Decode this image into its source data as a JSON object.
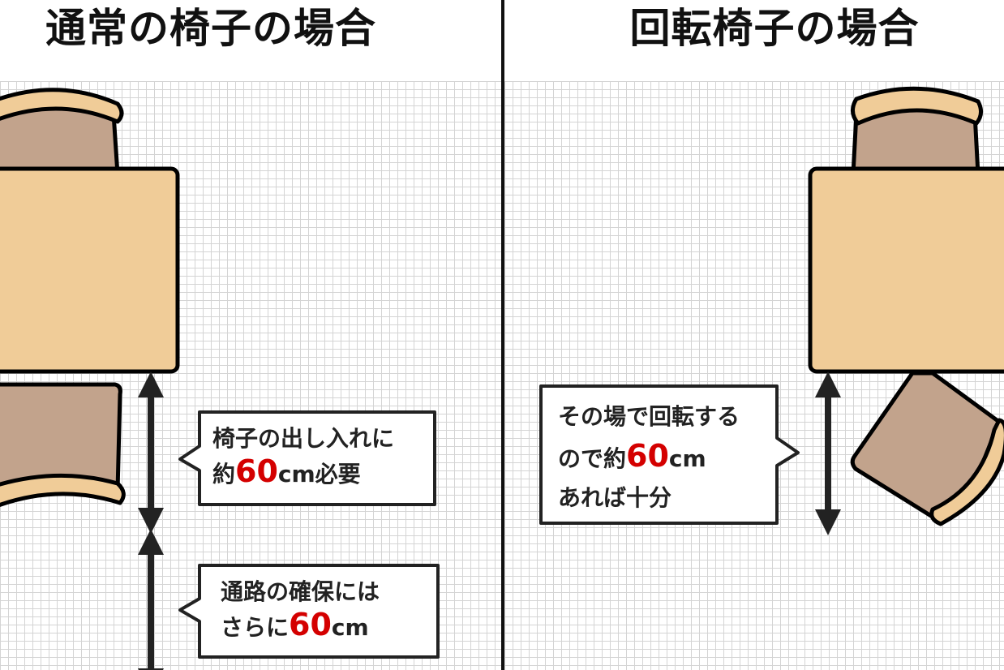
{
  "left": {
    "title": "通常の椅子の場合",
    "callout1": {
      "line1": "椅子の出し入れに",
      "pre": "約",
      "num": "60",
      "post": "cm必要"
    },
    "callout2": {
      "line1": "通路の確保には",
      "pre": "さらに",
      "num": "60",
      "post": "cm"
    }
  },
  "right": {
    "title": "回転椅子の場合",
    "callout": {
      "line1": "その場で回転する",
      "pre": "ので約",
      "num": "60",
      "post": "cm",
      "line3": "あれば十分"
    }
  },
  "colors": {
    "table": "#f0cc98",
    "seat": "#c2a38c",
    "accent": "#d40000"
  }
}
